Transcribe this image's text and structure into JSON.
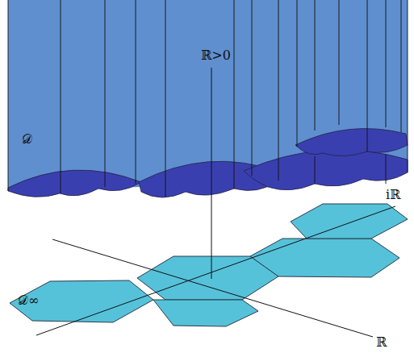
{
  "diagram": {
    "labels": [
      "𝒟",
      "ℝ>0",
      "iℝ",
      "ℝ",
      "𝒟∞"
    ]
  }
}
